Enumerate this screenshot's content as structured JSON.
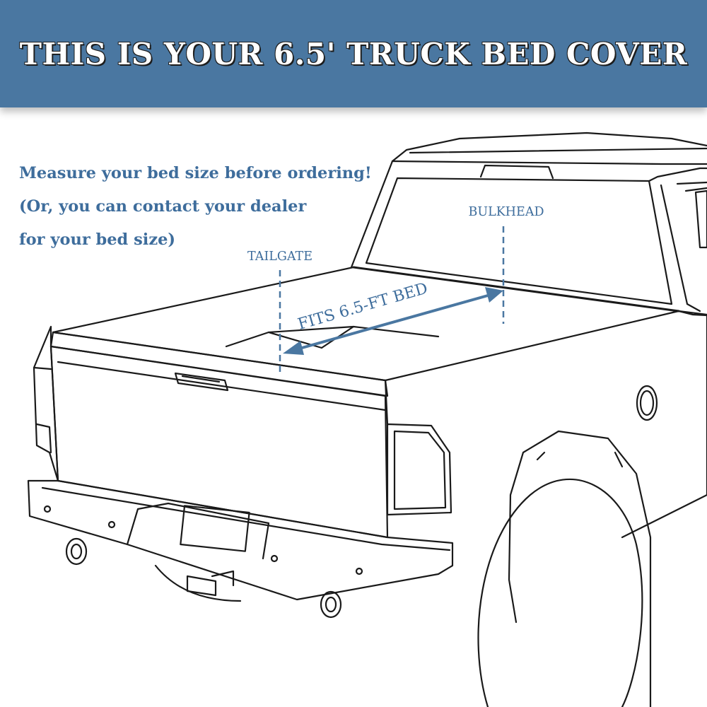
{
  "banner": {
    "title": "THIS IS YOUR 6.5' TRUCK BED COVER",
    "background_color": "#4a77a1"
  },
  "instructions": {
    "line1": "Measure your bed size before ordering!",
    "line2": "(Or, you can contact your dealer",
    "line3": "for your bed size)",
    "color": "#3e6d9c"
  },
  "labels": {
    "tailgate": "TAILGATE",
    "bulkhead": "BULKHEAD",
    "fits": "FITS 6.5-FT BED"
  },
  "accent_color": "#4a77a1"
}
